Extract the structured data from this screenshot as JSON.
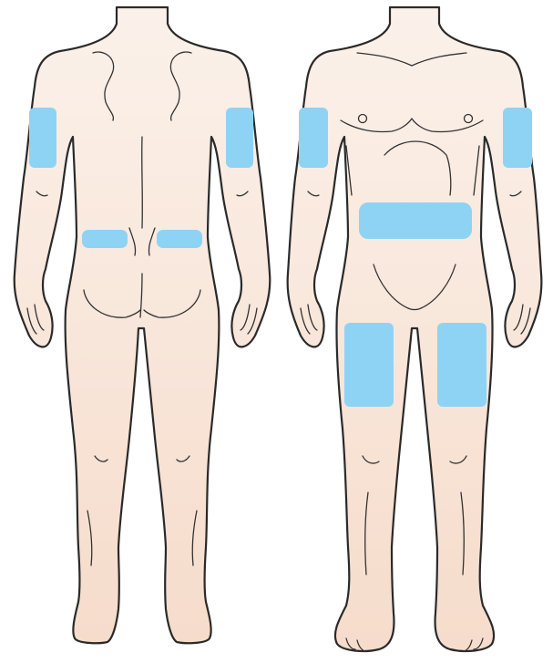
{
  "figure": {
    "views": [
      {
        "id": "back",
        "name": "back-view"
      },
      {
        "id": "front",
        "name": "front-view"
      }
    ],
    "colors": {
      "skin_top": "#fbf1ea",
      "skin_bottom": "#f6dccb",
      "outline": "#2a2a2a",
      "highlight_zone": "#8fd3f4"
    },
    "highlighted_areas": {
      "back": [
        "left-upper-arm",
        "right-upper-arm",
        "left-upper-buttock",
        "right-upper-buttock"
      ],
      "front": [
        "right-upper-arm",
        "left-upper-arm",
        "abdomen",
        "right-thigh",
        "left-thigh"
      ]
    }
  }
}
